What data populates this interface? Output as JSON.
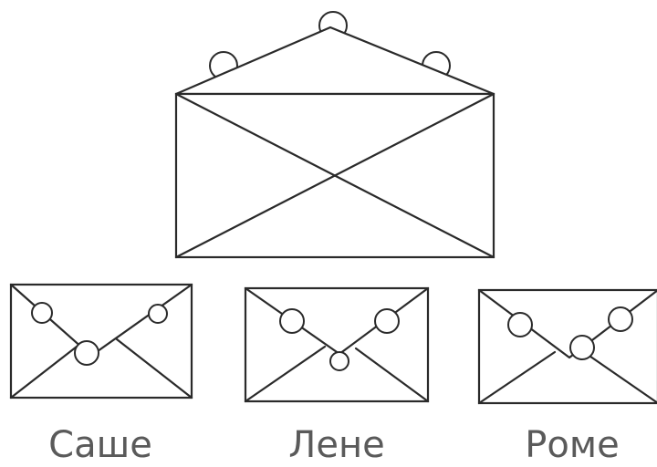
{
  "diagram": {
    "main_envelope": {
      "name": "open-envelope",
      "seals": 3
    },
    "envelopes": [
      {
        "label": "Саше",
        "seals": 3
      },
      {
        "label": "Лене",
        "seals": 3
      },
      {
        "label": "Роме",
        "seals": 3
      }
    ]
  }
}
